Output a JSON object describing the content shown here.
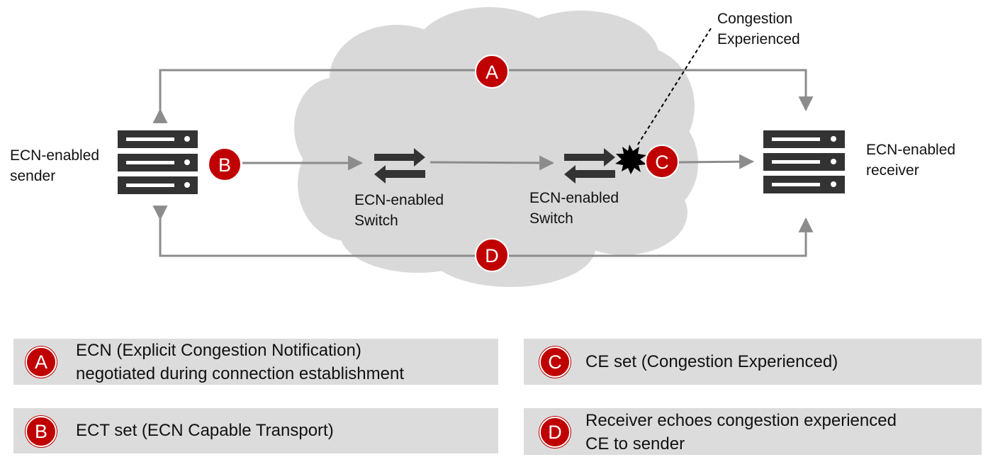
{
  "colors": {
    "badge": "#c00000",
    "cloud": "#d9d9d9",
    "arrow": "#8c8c8c",
    "legend_bg": "#dcdcdc",
    "icon": "#333333"
  },
  "nodes": {
    "sender": {
      "label_line1": "ECN-enabled",
      "label_line2": "sender",
      "icon": "server-icon"
    },
    "switch1": {
      "label_line1": "ECN-enabled",
      "label_line2": "Switch",
      "icon": "switch-arrows-icon"
    },
    "switch2": {
      "label_line1": "ECN-enabled",
      "label_line2": "Switch",
      "icon": "switch-arrows-icon"
    },
    "receiver": {
      "label_line1": "ECN-enabled",
      "label_line2": "receiver",
      "icon": "server-icon"
    }
  },
  "callout": {
    "line1": "Congestion",
    "line2": "Experienced",
    "icon": "burst-icon"
  },
  "badges": {
    "a": "A",
    "b": "B",
    "c": "C",
    "d": "D"
  },
  "legend": [
    {
      "letter": "A",
      "line1": "ECN (Explicit Congestion Notification)",
      "line2": "negotiated during connection establishment"
    },
    {
      "letter": "C",
      "line1": "CE set (Congestion Experienced)",
      "line2": ""
    },
    {
      "letter": "B",
      "line1": "ECT set (ECN Capable Transport)",
      "line2": ""
    },
    {
      "letter": "D",
      "line1": "Receiver echoes congestion experienced",
      "line2": "CE to sender"
    }
  ]
}
